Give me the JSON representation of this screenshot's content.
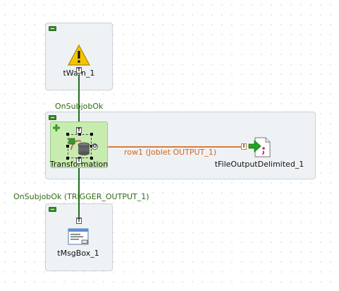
{
  "components": {
    "warn": {
      "label": "tWarn_1",
      "icon": "warning-triangle-icon"
    },
    "joblet": {
      "label": "Transformation",
      "icon": "joblet-icon"
    },
    "output": {
      "label": "tFileOutputDelimited_1",
      "icon": "file-output-delimited-icon"
    },
    "msgbox": {
      "label": "tMsgBox_1",
      "icon": "message-box-icon"
    }
  },
  "links": {
    "onsubjob_1": "OnSubjobOk",
    "row": "row1 (Joblet OUTPUT_1)",
    "onsubjob_2": "OnSubjobOk (TRIGGER_OUTPUT_1)"
  },
  "connectors": {
    "trigger": "T",
    "input": "I",
    "output": "O"
  },
  "colors": {
    "subjob_bg": "#eef2f5",
    "subjob_border": "#c9d1d8",
    "trigger_link": "#1f6b1f",
    "row_link": "#d87c3a",
    "joblet_bg": "#c8ecb0"
  }
}
